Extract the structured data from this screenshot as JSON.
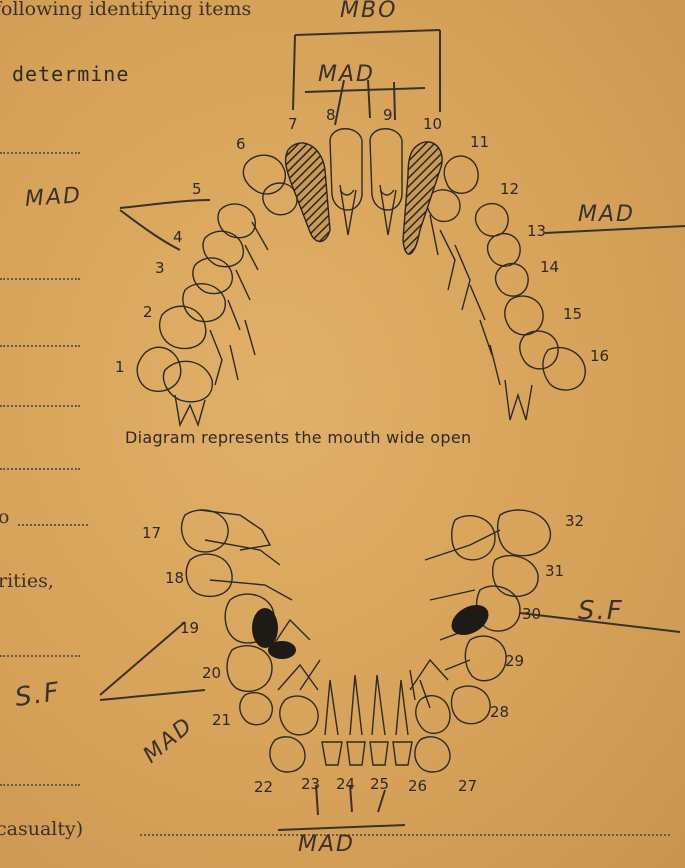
{
  "form": {
    "header_fragment": "following identifying items",
    "typed_word": "determine",
    "left_fragments": [
      "o",
      "rities,",
      "casualty)"
    ]
  },
  "diagram": {
    "caption": "Diagram represents the mouth wide open",
    "upper_tooth_numbers": [
      "1",
      "2",
      "3",
      "4",
      "5",
      "6",
      "7",
      "8",
      "9",
      "10",
      "11",
      "12",
      "13",
      "14",
      "15",
      "16"
    ],
    "lower_tooth_numbers": [
      "17",
      "18",
      "19",
      "20",
      "21",
      "22",
      "23",
      "24",
      "25",
      "26",
      "27",
      "28",
      "29",
      "30",
      "31",
      "32"
    ]
  },
  "annotations": {
    "mbo": "MBO",
    "mad": "MAD",
    "sf": "S.F"
  }
}
